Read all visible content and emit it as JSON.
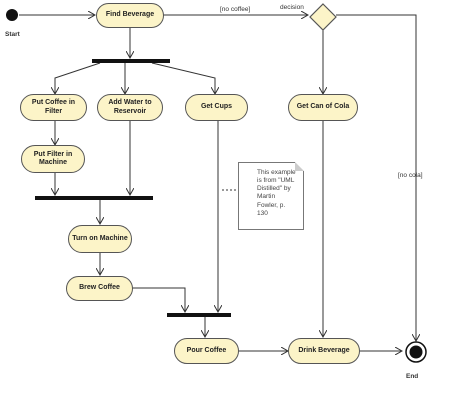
{
  "diagram": {
    "start_label": "Start",
    "end_label": "End",
    "activities": {
      "find_beverage": "Find Beverage",
      "put_coffee_in_filter": "Put Coffee in Filter",
      "add_water": "Add Water to Reservoir",
      "get_cups": "Get Cups",
      "get_can_of_cola": "Get Can of Cola",
      "put_filter_in_machine": "Put Filter in Machine",
      "turn_on_machine": "Turn on Machine",
      "brew_coffee": "Brew Coffee",
      "pour_coffee": "Pour Coffee",
      "drink_beverage": "Drink Beverage"
    },
    "guards": {
      "no_coffee": "[no coffee]",
      "decision": "decision",
      "no_cola": "[no cola]"
    },
    "note": "This example is from \"UML Distilled\" by Martin Fowler, p. 130"
  }
}
